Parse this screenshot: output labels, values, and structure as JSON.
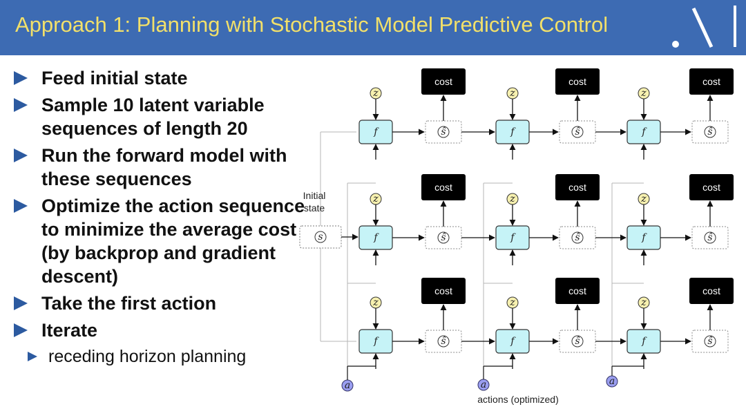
{
  "header": {
    "title": "Approach 1: Planning with Stochastic Model Predictive Control",
    "logo_text": ".\\|",
    "background": "#3d6bb3",
    "title_color": "#f2e06a"
  },
  "bullets": [
    {
      "text": "Feed initial state"
    },
    {
      "text": "Sample 10 latent variable sequences of length 20"
    },
    {
      "text": "Run the forward model with these sequences"
    },
    {
      "text": "Optimize the action sequence to minimize the average cost (by backprop and gradient descent)"
    },
    {
      "text": "Take the first action"
    },
    {
      "text": "Iterate"
    }
  ],
  "sub_bullet": {
    "text": "receding horizon planning"
  },
  "diagram": {
    "cost_label": "cost",
    "f_label": "f",
    "z_label": "z",
    "s_label": "s",
    "s_hat_label": "ŝ",
    "a_label": "a",
    "initial_state_label": "Initial\nstate",
    "actions_label": "actions (optimized)",
    "node_colors": {
      "f_fill": "#c6f3f7",
      "z_fill": "#f7f1b0",
      "a_fill": "#9a9ef0",
      "cost_fill": "#000000"
    }
  }
}
